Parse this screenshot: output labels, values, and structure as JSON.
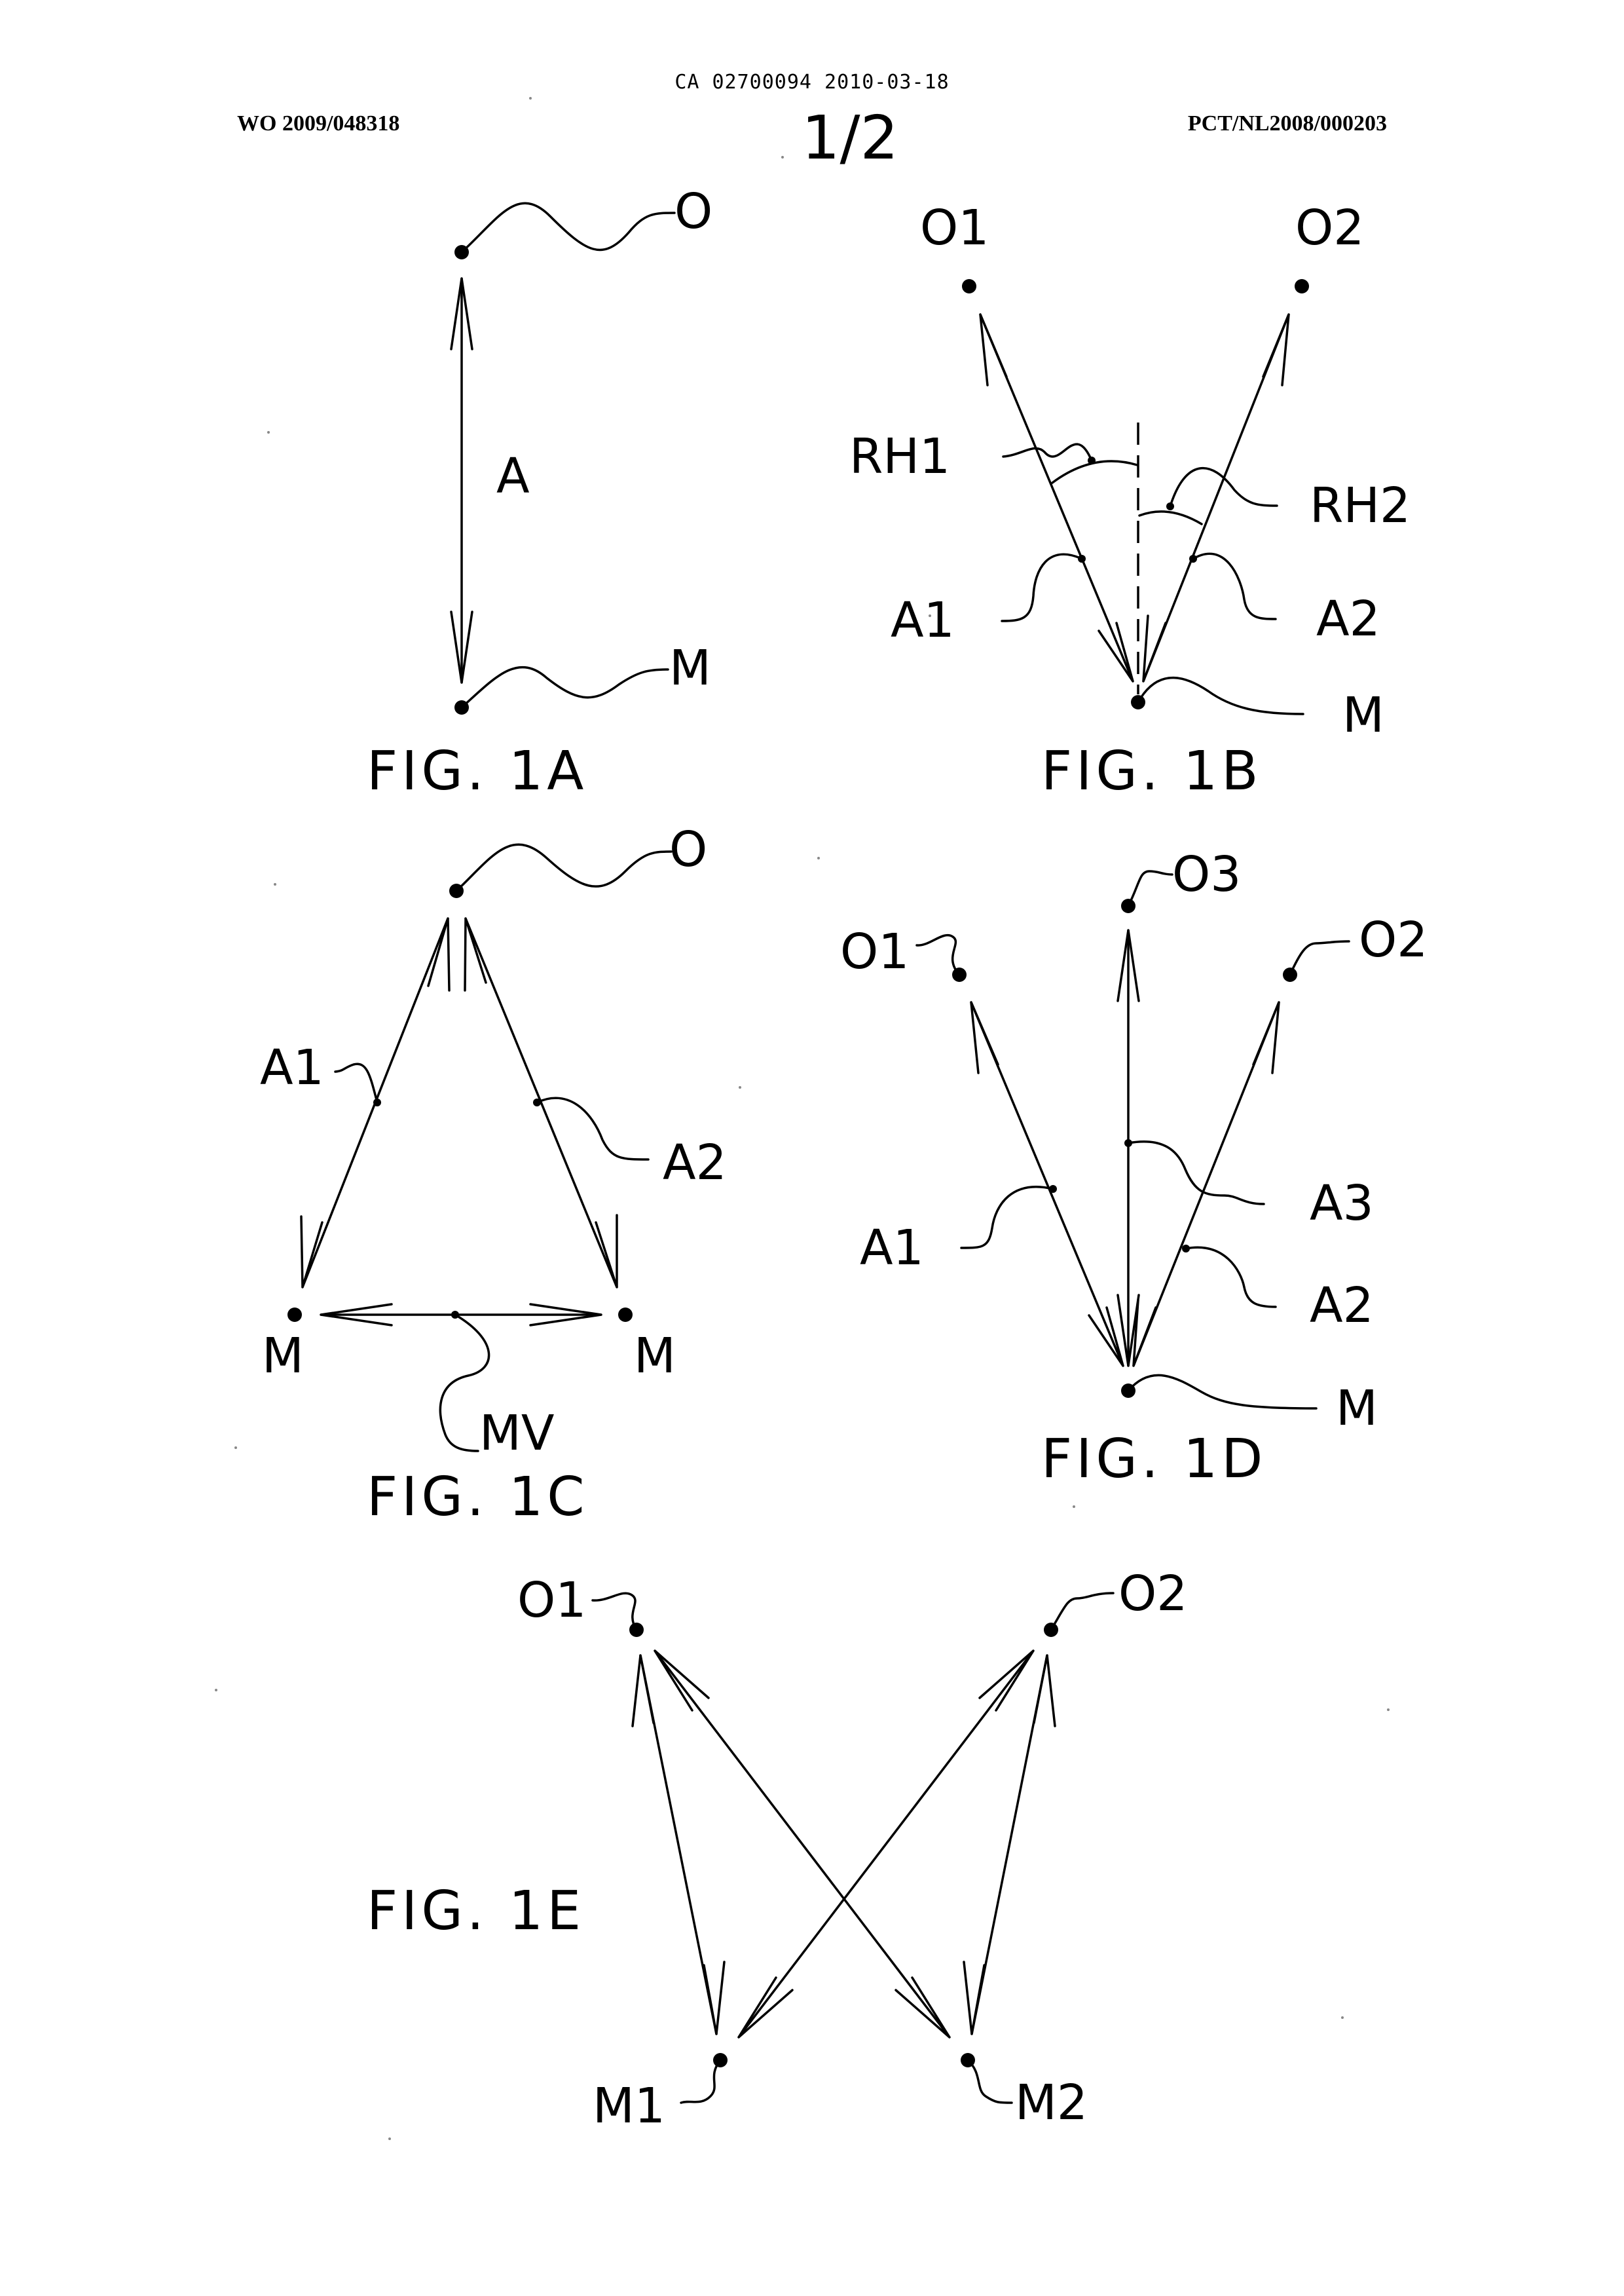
{
  "header": {
    "stamp": "CA 02700094 2010-03-18",
    "publication_left": "WO 2009/048318",
    "sheet_number": "1/2",
    "publication_right": "PCT/NL2008/000203"
  },
  "figures": {
    "fig1a": {
      "caption": "FIG. 1A",
      "labels": {
        "origin": "O",
        "arrow": "A",
        "target": "M"
      }
    },
    "fig1b": {
      "caption": "FIG. 1B",
      "labels": {
        "origin1": "O1",
        "origin2": "O2",
        "angle1": "RH1",
        "angle2": "RH2",
        "arrow1": "A1",
        "arrow2": "A2",
        "target": "M"
      }
    },
    "fig1c": {
      "caption": "FIG. 1C",
      "labels": {
        "origin": "O",
        "arrow1": "A1",
        "arrow2": "A2",
        "target_left": "M",
        "target_right": "M",
        "movement": "MV"
      }
    },
    "fig1d": {
      "caption": "FIG. 1D",
      "labels": {
        "origin1": "O1",
        "origin3": "O3",
        "origin2": "O2",
        "arrow1": "A1",
        "arrow3": "A3",
        "arrow2": "A2",
        "target": "M"
      }
    },
    "fig1e": {
      "caption": "FIG. 1E",
      "labels": {
        "origin1": "O1",
        "origin2": "O2",
        "target1": "M1",
        "target2": "M2"
      }
    }
  }
}
